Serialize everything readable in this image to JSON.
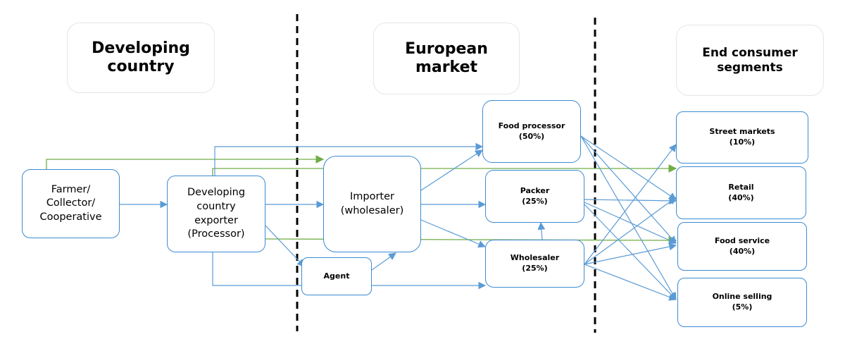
{
  "headers": {
    "developing_country": "Developing\ncountry",
    "european_market": "European\nmarket",
    "end_consumer_segments": "End consumer\nsegments"
  },
  "nodes": {
    "farmer": "Farmer/\nCollector/\nCooperative",
    "exporter": "Developing\ncountry\nexporter\n(Processor)",
    "agent": "Agent",
    "importer": "Importer\n(wholesaler)",
    "food_processor": "Food processor\n(50%)",
    "packer": "Packer\n(25%)",
    "wholesaler": "Wholesaler\n(25%)",
    "street_markets": "Street markets\n(10%)",
    "retail": "Retail\n(40%)",
    "food_service": "Food service\n(40%)",
    "online_selling": "Online selling\n(5%)"
  },
  "colors": {
    "box_border": "#3c8bd2",
    "blue_arrow": "#5b9bd5",
    "green_arrow": "#70ad47",
    "divider": "#000000",
    "header_border": "#e6e6e6"
  }
}
